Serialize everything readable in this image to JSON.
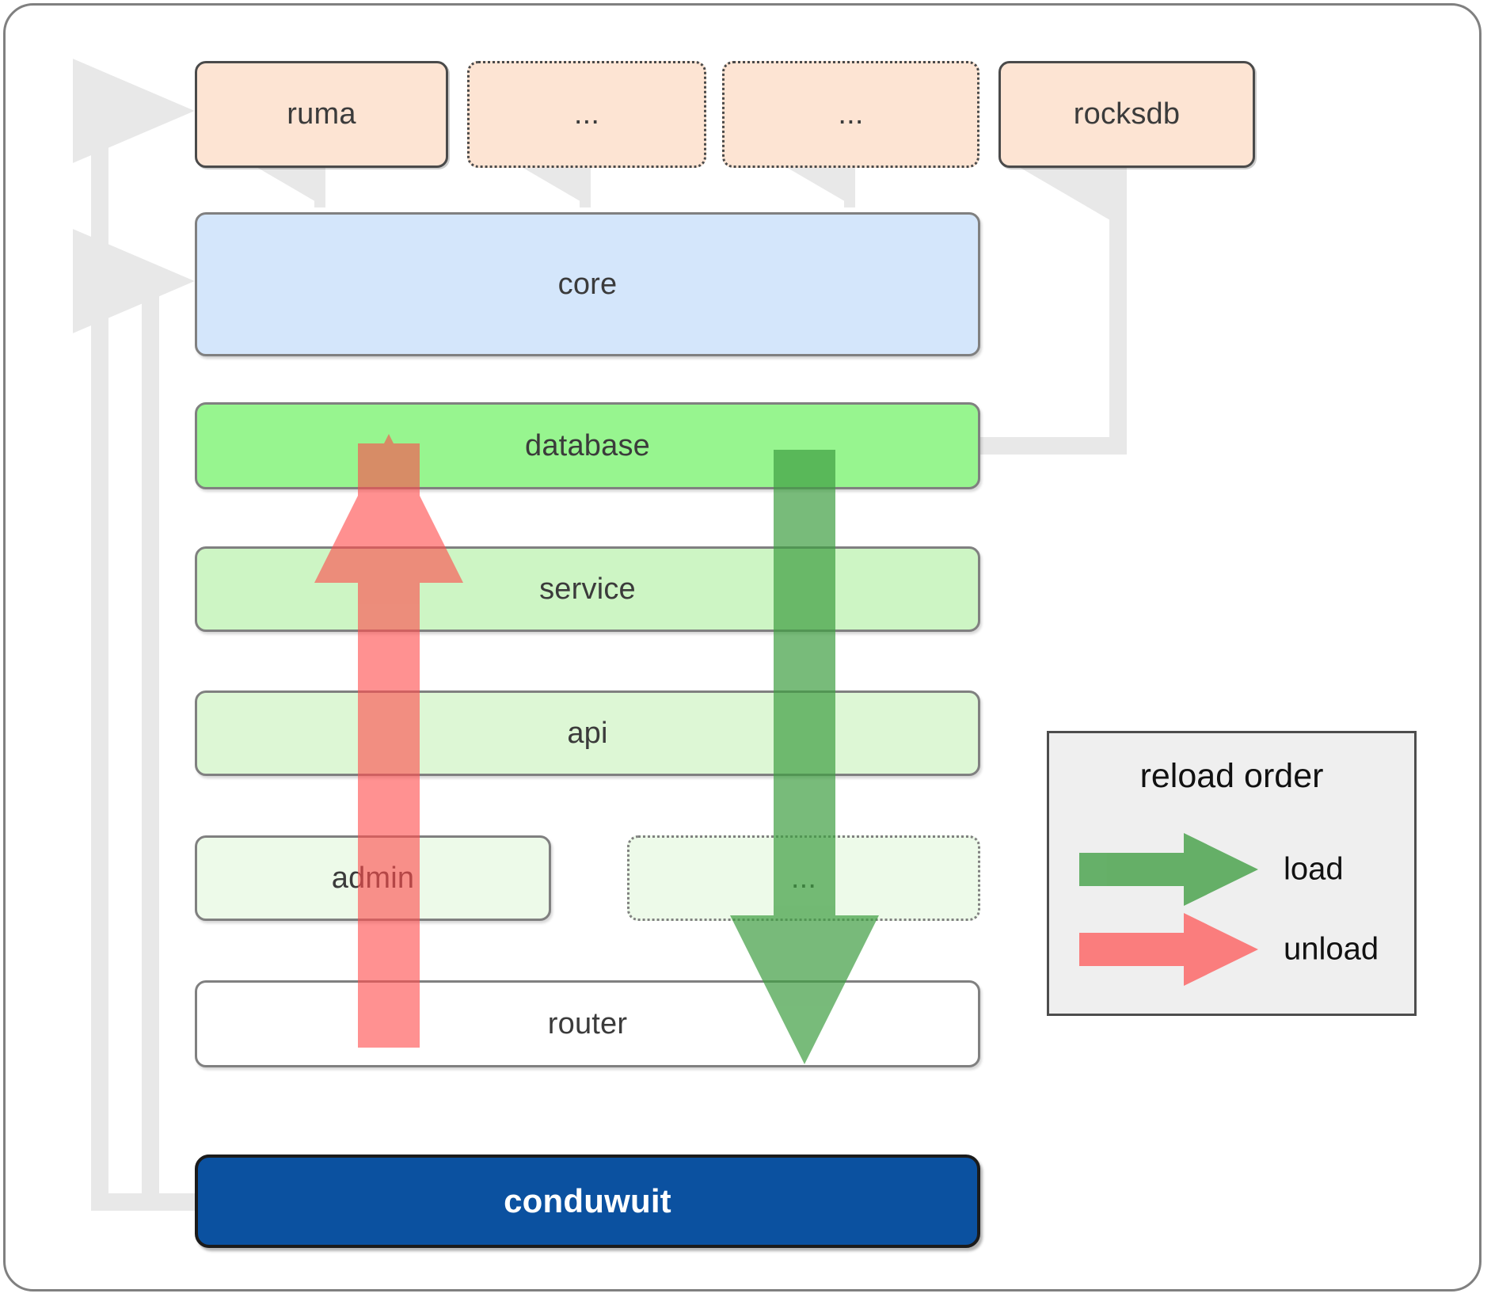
{
  "diagram": {
    "title": "conduwuit crate architecture / reload order",
    "frame_color": "#808080",
    "nodes": {
      "deps": [
        {
          "id": "ruma",
          "label": "ruma",
          "style": "solid",
          "color": "#fde4d3"
        },
        {
          "id": "dep2",
          "label": "...",
          "style": "dotted",
          "color": "#fde4d3"
        },
        {
          "id": "dep3",
          "label": "...",
          "style": "dotted",
          "color": "#fde4d3"
        },
        {
          "id": "rocksdb",
          "label": "rocksdb",
          "style": "solid",
          "color": "#fde4d3"
        }
      ],
      "core": {
        "id": "core",
        "label": "core",
        "color": "#d4e6fb"
      },
      "layers": [
        {
          "id": "database",
          "label": "database",
          "style": "solid",
          "color": "#97f58f"
        },
        {
          "id": "service",
          "label": "service",
          "style": "solid",
          "color": "#cdf5c4"
        },
        {
          "id": "api",
          "label": "api",
          "style": "solid",
          "color": "#ddf7d5"
        },
        {
          "id": "admin",
          "label": "admin",
          "style": "solid",
          "color": "#edfae9"
        },
        {
          "id": "more",
          "label": "...",
          "style": "dotted",
          "color": "#edfae9"
        },
        {
          "id": "router",
          "label": "router",
          "style": "solid",
          "color": "#ffffff"
        }
      ],
      "root": {
        "id": "conduwuit",
        "label": "conduwuit",
        "color": "#0b51a0",
        "text_color": "#ffffff"
      }
    },
    "flows": {
      "load": {
        "label": "load",
        "color": "#4caf50",
        "direction": "down"
      },
      "unload": {
        "label": "unload",
        "color": "#fa8a8a",
        "direction": "up"
      }
    }
  },
  "legend": {
    "title": "reload order",
    "items": [
      {
        "label": "load",
        "color": "#4caf50"
      },
      {
        "label": "unload",
        "color": "#fa8a8a"
      }
    ]
  }
}
